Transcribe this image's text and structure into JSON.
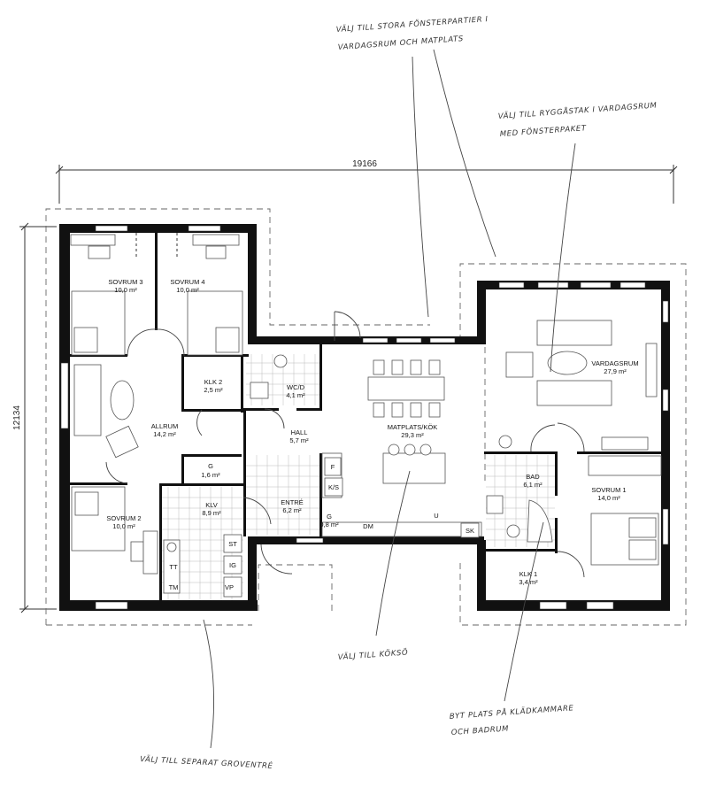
{
  "dimensions": {
    "width": "19166",
    "height": "12134"
  },
  "rooms": {
    "sovrum3": {
      "name": "SOVRUM 3",
      "area": "10,0 m²"
    },
    "sovrum4": {
      "name": "SOVRUM 4",
      "area": "10,0 m²"
    },
    "klk2": {
      "name": "KLK 2",
      "area": "2,5 m²"
    },
    "wcd": {
      "name": "WC/D",
      "area": "4,1 m²"
    },
    "allrum": {
      "name": "ALLRUM",
      "area": "14,2 m²"
    },
    "hall": {
      "name": "HALL",
      "area": "5,7 m²"
    },
    "matplats": {
      "name": "MATPLATS/KÖK",
      "area": "29,3 m²"
    },
    "vardagsrum": {
      "name": "VARDAGSRUM",
      "area": "27,9 m²"
    },
    "g1": {
      "name": "G",
      "area": "1,6 m²"
    },
    "bad": {
      "name": "BAD",
      "area": "6,1 m²"
    },
    "sovrum1": {
      "name": "SOVRUM 1",
      "area": "14,0 m²"
    },
    "klv": {
      "name": "KLV",
      "area": "8,9 m²"
    },
    "entre": {
      "name": "ENTRÉ",
      "area": "6,2 m²"
    },
    "g2": {
      "name": "G",
      "area": "0,8 m²"
    },
    "sovrum2": {
      "name": "SOVRUM 2",
      "area": "10,0 m²"
    },
    "klk1": {
      "name": "KLK 1",
      "area": "3,4 m²"
    }
  },
  "fixtures": {
    "f": "F",
    "ks": "K/S",
    "dm": "DM",
    "u": "U",
    "sk": "SK",
    "st": "ST",
    "ig": "IG",
    "tt": "TT",
    "tm": "TM",
    "vp": "VP"
  },
  "notes": {
    "windows_1": "VÄLJ TILL STORA FÖNSTERPARTIER I",
    "windows_2": "VARDAGSRUM OCH MATPLATS",
    "roof_1": "VÄLJ TILL RYGGÅSTAK I VARDAGSRUM",
    "roof_2": "MED FÖNSTERPAKET",
    "kitchen": "VÄLJ TILL KÖKSÖ",
    "swap_1": "BYT PLATS PÅ KLÄDKAMMARE",
    "swap_2": "OCH BADRUM",
    "entry": "VÄLJ TILL SEPARAT GROVENTRÉ"
  }
}
